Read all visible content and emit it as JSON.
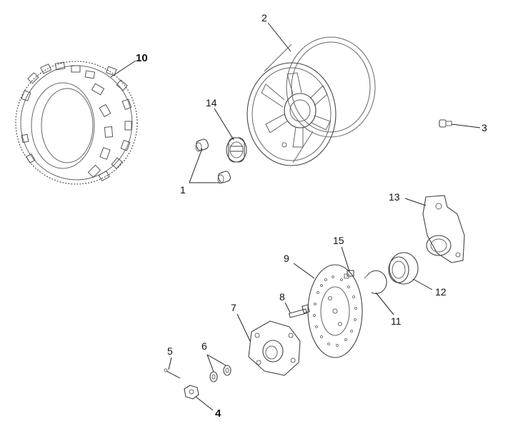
{
  "diagram": {
    "type": "exploded-parts-diagram",
    "parts": [
      {
        "callout": "1",
        "bold": false
      },
      {
        "callout": "2",
        "bold": false
      },
      {
        "callout": "3",
        "bold": false
      },
      {
        "callout": "4",
        "bold": true
      },
      {
        "callout": "5",
        "bold": false
      },
      {
        "callout": "6",
        "bold": false
      },
      {
        "callout": "7",
        "bold": false
      },
      {
        "callout": "8",
        "bold": false
      },
      {
        "callout": "9",
        "bold": false
      },
      {
        "callout": "10",
        "bold": true
      },
      {
        "callout": "11",
        "bold": false
      },
      {
        "callout": "12",
        "bold": false
      },
      {
        "callout": "13",
        "bold": false
      },
      {
        "callout": "14",
        "bold": false
      },
      {
        "callout": "15",
        "bold": false
      }
    ]
  }
}
